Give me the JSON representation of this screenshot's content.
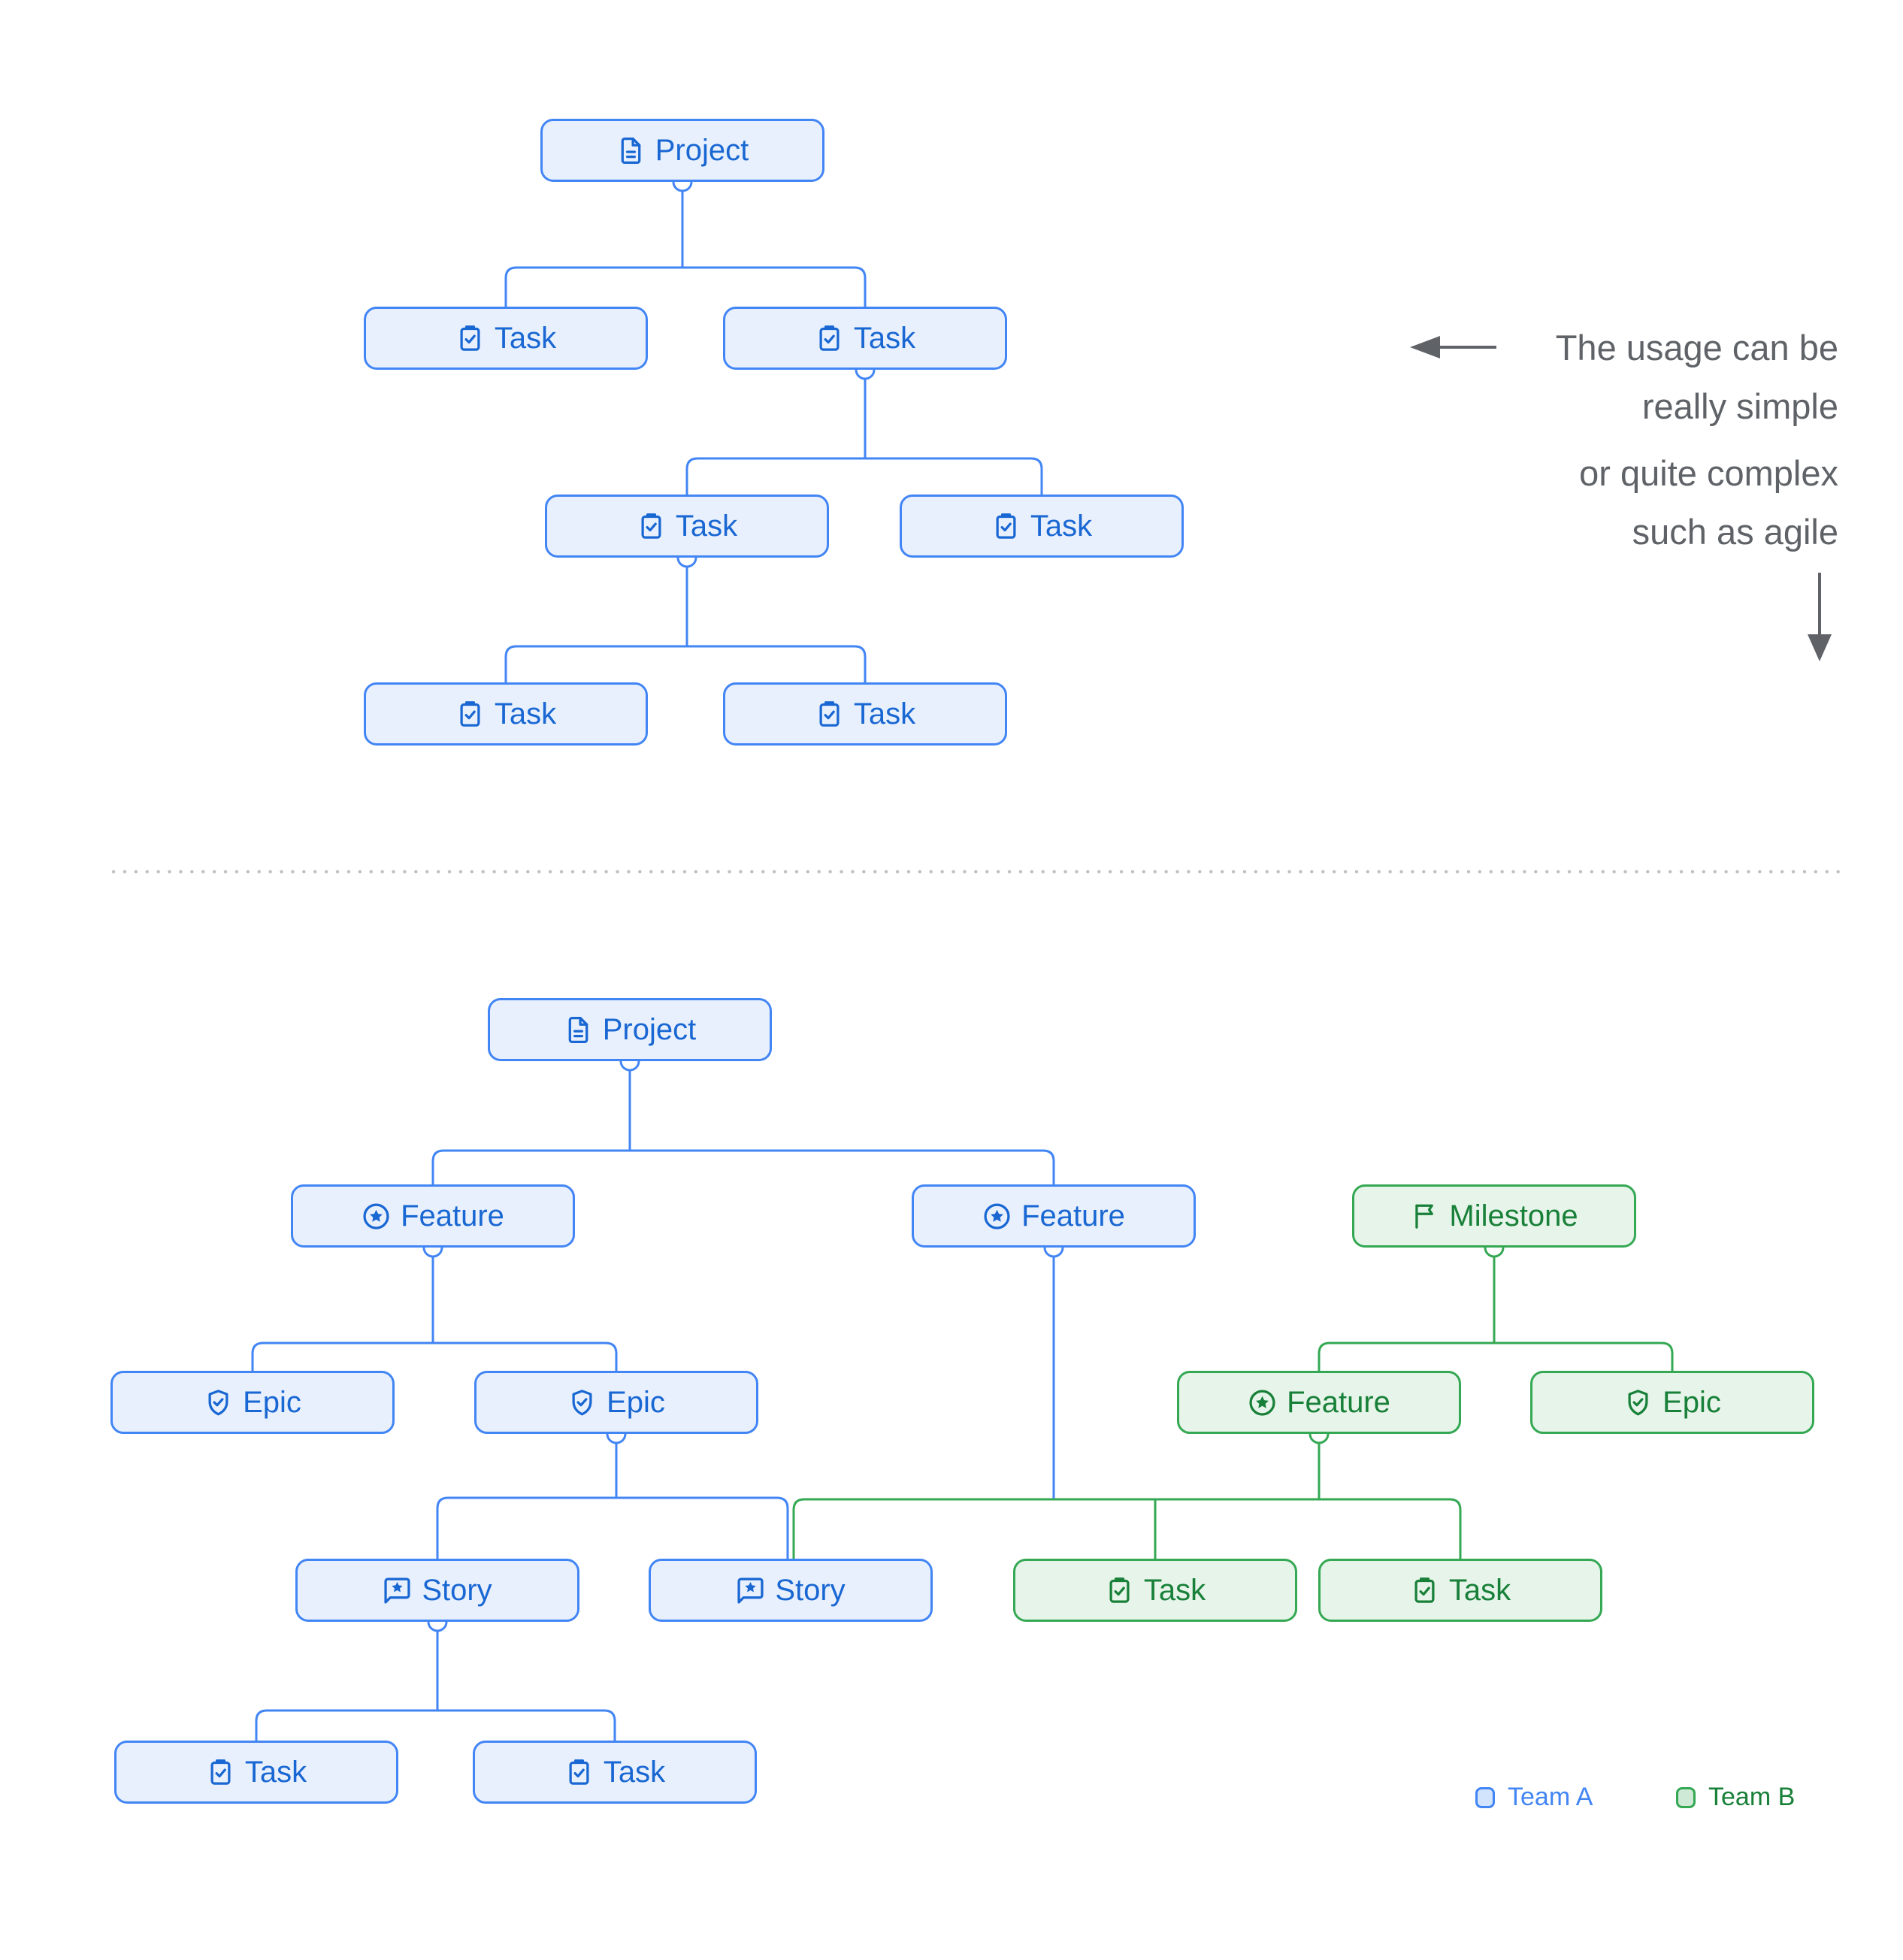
{
  "palette": {
    "team_a_border": "#4285F4",
    "team_a_fill": "#E8F0FE",
    "team_a_text": "#1967D2",
    "team_b_border": "#34A853",
    "team_b_fill": "#E6F4EA",
    "team_b_text": "#188038",
    "annotation_text": "#5F6368",
    "divider_dots": "#BDC1C6"
  },
  "icons": {
    "project": "document-icon",
    "task": "clipboard-check-icon",
    "feature": "star-circle-icon",
    "epic": "shield-check-icon",
    "story": "story-bubble-star-icon",
    "milestone": "flag-icon"
  },
  "simple_tree": {
    "project": "Project",
    "task_a": "Task",
    "task_b": "Task",
    "task_c": "Task",
    "task_d": "Task",
    "task_e": "Task",
    "task_f": "Task"
  },
  "complex_tree": {
    "project": "Project",
    "feature_a": "Feature",
    "feature_b": "Feature",
    "milestone": "Milestone",
    "epic_a": "Epic",
    "epic_b": "Epic",
    "story_a": "Story",
    "story_b": "Story",
    "task_a": "Task",
    "task_b": "Task",
    "team_b_feature": "Feature",
    "team_b_epic": "Epic",
    "team_b_task_a": "Task",
    "team_b_task_b": "Task"
  },
  "annotations": {
    "simple_line1": "The usage can be",
    "simple_line2": "really simple",
    "complex_line1": "or quite complex",
    "complex_line2": "such as agile"
  },
  "legend": {
    "team_a": "Team A",
    "team_b": "Team B"
  }
}
